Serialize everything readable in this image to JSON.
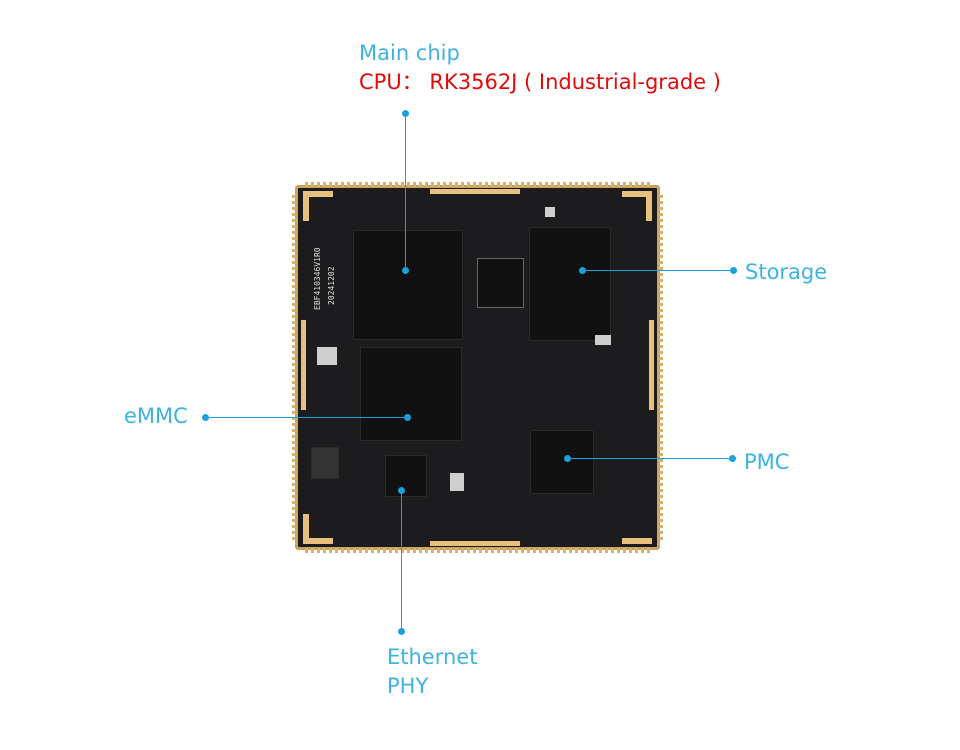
{
  "labels": {
    "main_chip": "Main chip",
    "cpu": "CPU：  RK3562J ( Industrial-grade )",
    "storage": "Storage",
    "emmc": "eMMC",
    "pmc": "PMC",
    "ethernet_line1": "Ethernet",
    "ethernet_line2": "PHY"
  },
  "board": {
    "silkscreen_id": "EBF410346V1R0",
    "silkscreen_date": "20241202"
  },
  "colors": {
    "label": "#3cb4e2",
    "cpu_label": "#e00a0a",
    "leader_line": "#1aa0dc",
    "pcb": "#1c1c1e",
    "gold": "#e7c07d"
  }
}
